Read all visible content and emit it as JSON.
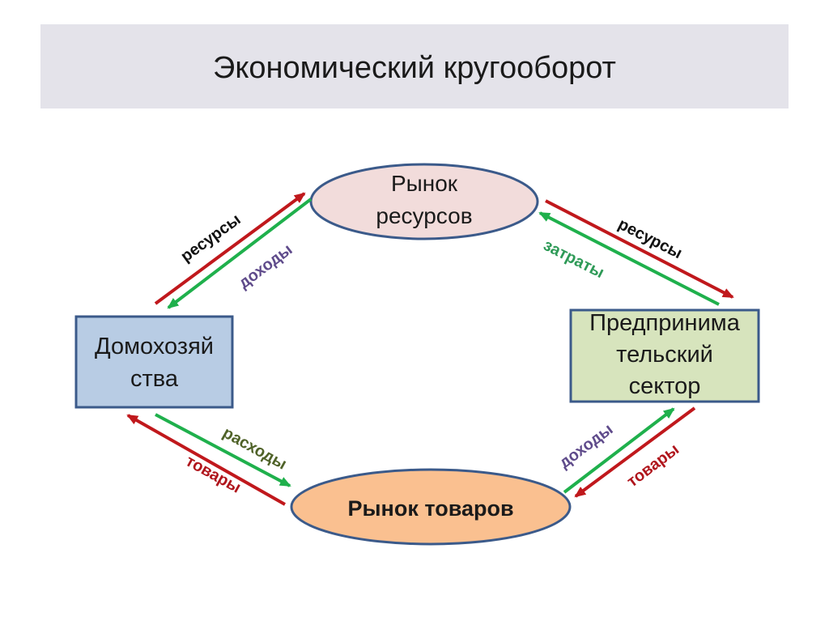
{
  "title": "Экономический кругооборот",
  "nodes": {
    "resource_market": [
      "Рынок",
      "ресурсов"
    ],
    "households": [
      "Домохозяй",
      "ства"
    ],
    "business": [
      "Предпринима",
      "тельский",
      "сектор"
    ],
    "goods_market": "Рынок товаров"
  },
  "flows": {
    "households_to_resources": "ресурсы",
    "resources_to_households": "доходы",
    "resources_to_business": "ресурсы",
    "business_to_resources": "затраты",
    "households_to_goods": "расходы",
    "goods_to_households": "товары",
    "goods_to_business": "доходы",
    "business_to_goods": "товары"
  },
  "colors": {
    "red_arrow": "#c0181c",
    "green_arrow": "#1fb04c",
    "resource_market_fill": "#f2dcdb",
    "households_fill": "#b8cce4",
    "business_fill": "#d7e4bd",
    "goods_market_fill": "#fac090",
    "node_border": "#3b5a8a",
    "label_black": "#111111",
    "label_purple": "#5f4b8b",
    "label_green": "#2e9a57",
    "label_olive": "#4f6228",
    "label_red": "#b0151c"
  }
}
